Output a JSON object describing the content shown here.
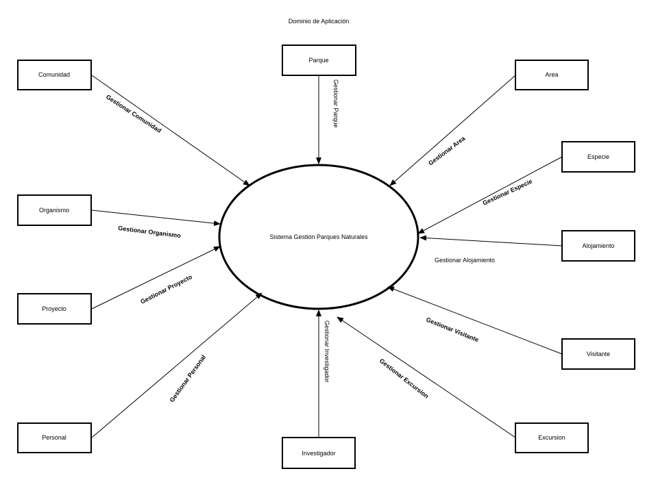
{
  "title": "Dominio de Aplicación",
  "system": {
    "label": "Sistema Gestión Parques Naturales"
  },
  "entities": {
    "parque": "Parque",
    "comunidad": "Comunidad",
    "area": "Area",
    "especie": "Especie",
    "organismo": "Organismo",
    "alojamiento": "Alojamiento",
    "proyecto": "Proyecto",
    "visitante": "Visitante",
    "personal": "Personal",
    "investigador": "Investigador",
    "excursion": "Excursion"
  },
  "flows": {
    "parque": "Gestionar Parque",
    "comunidad": "Gestionar Comunidad",
    "area": "Gestionar Area",
    "especie": "Gestionar Especie",
    "organismo": "Gestionar Organismo",
    "alojamiento": "Gestionar Alojamiento",
    "proyecto": "Gestionar Proyecto",
    "visitante": "Gestionar Visitante",
    "personal": "Gestionar Personal",
    "investigador": "Gestionar Investigador",
    "excursion": "Gestionar Excursion"
  }
}
